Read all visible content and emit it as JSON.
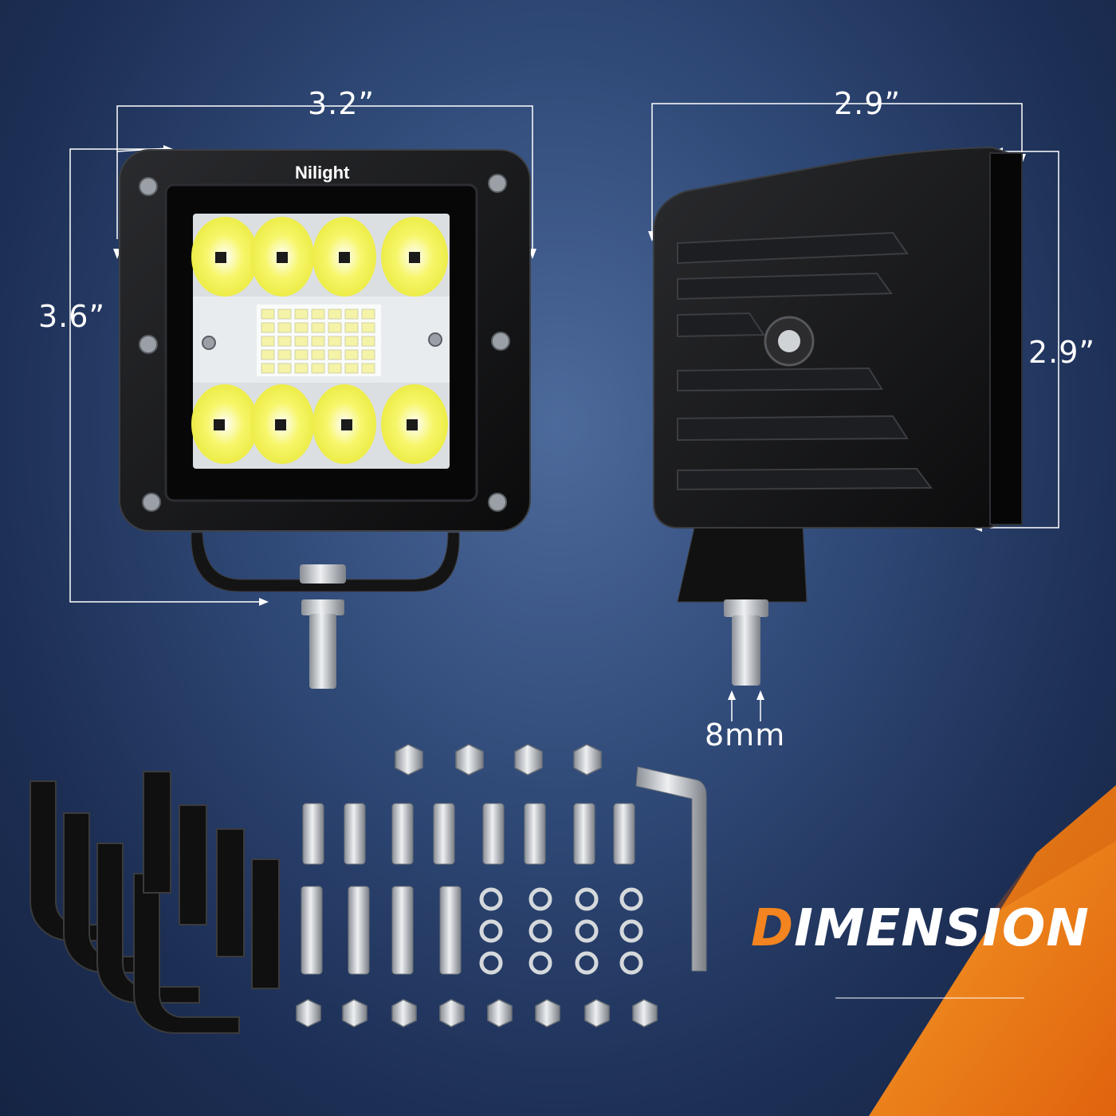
{
  "dimensions": {
    "front_width": "3.2”",
    "front_height": "3.6”",
    "side_depth": "2.9”",
    "side_height": "2.9”",
    "bolt_diameter": "8mm"
  },
  "brand": {
    "logo": "Nilight"
  },
  "headline": {
    "first_letter": "D",
    "rest": "IMENSION"
  },
  "colors": {
    "accent": "#f3841f",
    "background": "#304a78",
    "led": "#f3f24a"
  }
}
